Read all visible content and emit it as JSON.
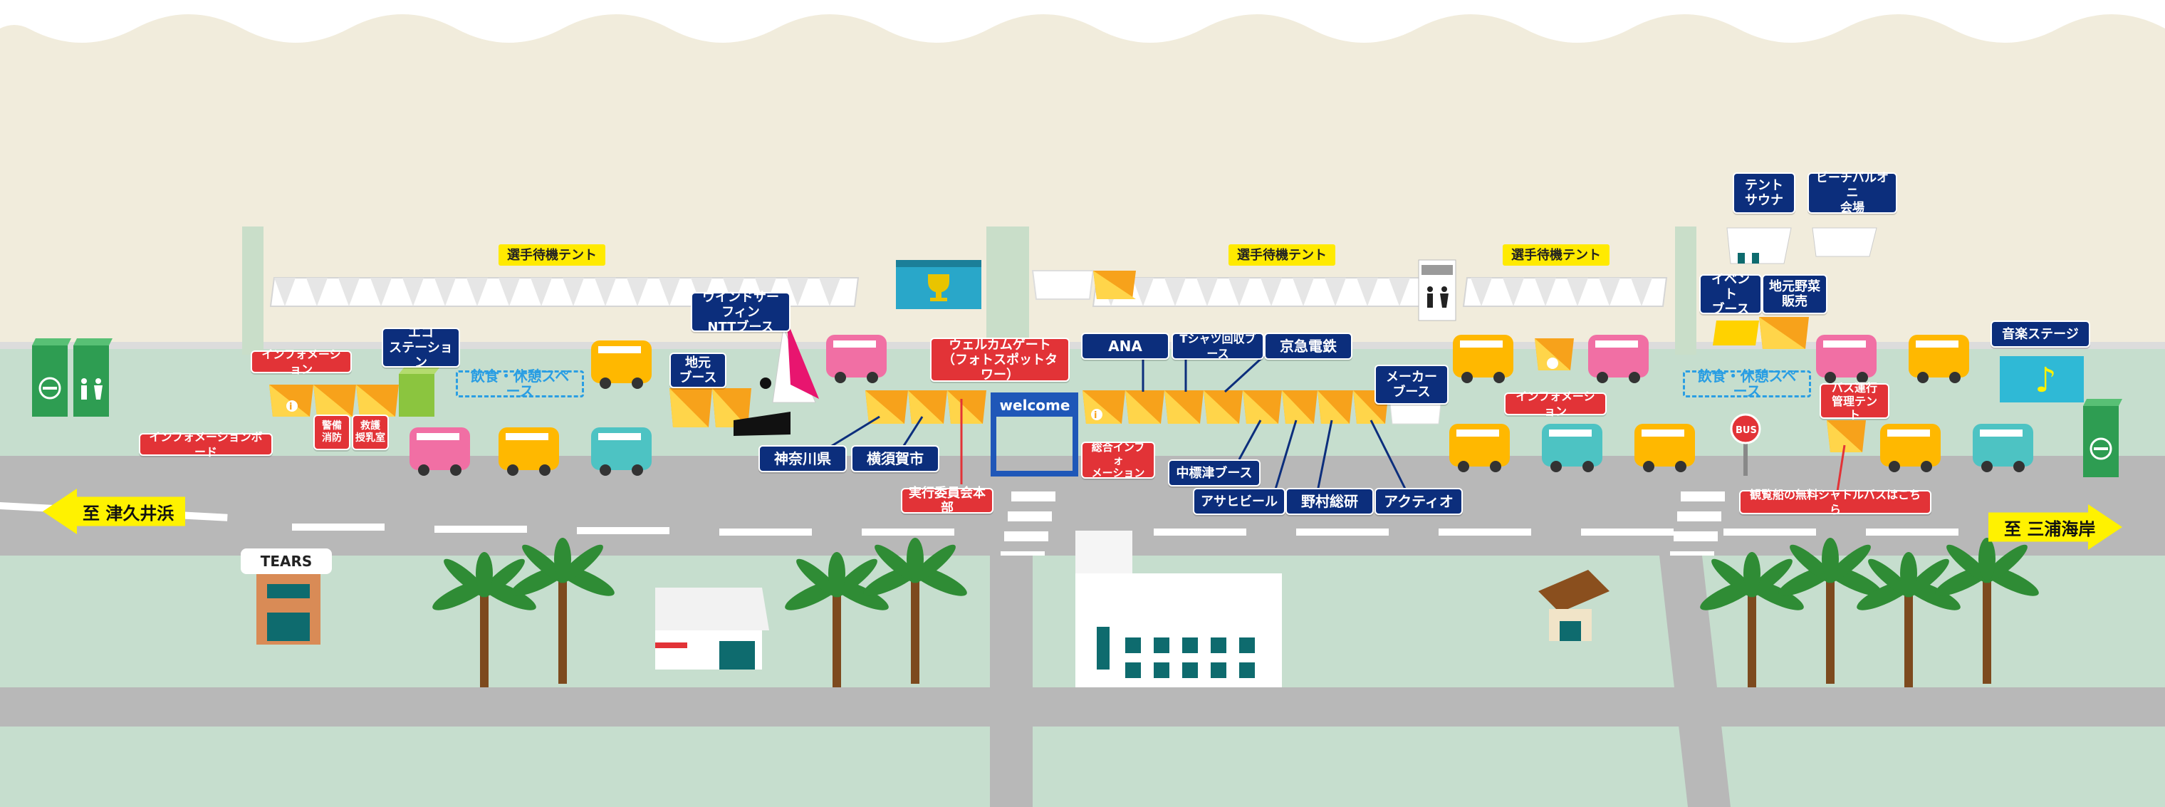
{
  "labels": {
    "waiting_tent_1": "選手待機テント",
    "waiting_tent_2": "選手待機テント",
    "waiting_tent_3": "選手待機テント",
    "info_left": "インフォメーション",
    "info_board": "インフォメーションボード",
    "security": "警備\n消防",
    "first_aid": "救護\n授乳室",
    "eco_station": "エコ\nステーション",
    "rest_space_1": "飲食・休憩スペース",
    "local_booth": "地元\nブース",
    "windsurf_ntt": "ウインドサーフィン\nNTTブース",
    "kanagawa": "神奈川県",
    "yokosuka": "横須賀市",
    "welcome_gate": "ウェルカムゲート\n（フォトスポットタワー）",
    "committee_hq": "実行委員会本部",
    "welcome_sign": "welcome",
    "ana": "ANA",
    "tshirt": "Tシャツ回収ブース",
    "keikyu": "京急電鉄",
    "general_info": "総合インフォ\nメーション",
    "nakashibetsu": "中標津ブース",
    "asahi": "アサヒビール",
    "nomura": "野村総研",
    "actio": "アクティオ",
    "maker_booth": "メーカー\nブース",
    "info_right": "インフォメーション",
    "tent_sauna": "テント\nサウナ",
    "beach_balcony": "ビーチバルオニ\n会場",
    "event_booth": "イベント\nブース",
    "local_veg": "地元野菜\n販売",
    "rest_space_2": "飲食・休憩スペース",
    "music_stage": "音楽ステージ",
    "bus_tent": "バス運行\n管理テント",
    "shuttle": "観覧船の無料シャトルバスはこちら",
    "bus_sign": "BUS",
    "tears": "TEARS",
    "to_tsukui": "至 津久井浜",
    "to_miura": "至 三浦海岸"
  },
  "icons": [
    "trophy-icon",
    "smoking-area-icon",
    "restroom-icon",
    "music-note-icon",
    "info-icon",
    "bus-stop-icon"
  ],
  "colors": {
    "sand": "#f1ecdc",
    "grass": "#c6dece",
    "road": "#b5b5b5",
    "navy_label": "#0c2e7c",
    "red_label": "#e23337",
    "yellow_label": "#ffea00",
    "rest_space": "#2a9ee3"
  }
}
